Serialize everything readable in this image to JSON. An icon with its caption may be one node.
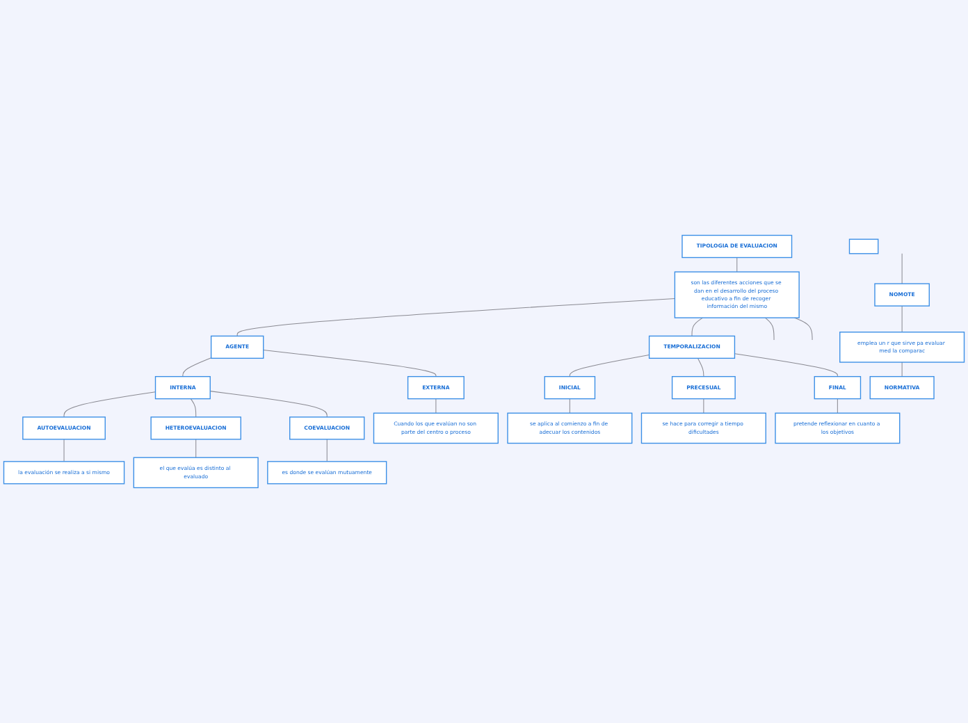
{
  "diagram": {
    "nodes": [
      {
        "text": [
          "TIPOLOGIA DE EVALUACION"
        ]
      },
      {
        "text": [
          "son las diferentes acciones que se dan en el desarrollo del proceso educativo a fin de recoger información del mismo"
        ]
      },
      {
        "text": [
          "AGENTE"
        ]
      },
      {
        "text": [
          "TEMPORALIZACION"
        ]
      },
      {
        "text": [
          "INTERNA"
        ]
      },
      {
        "text": [
          "EXTERNA"
        ]
      },
      {
        "text": [
          "AUTOEVALUACION"
        ]
      },
      {
        "text": [
          "HETEROEVALUACION"
        ]
      },
      {
        "text": [
          "COEVALUACION"
        ]
      },
      {
        "text": [
          "la evaluación se realiza a si mismo"
        ]
      },
      {
        "text": [
          "el que evalúa es distinto al evaluado"
        ]
      },
      {
        "text": [
          "es donde se evalúan mutuamente"
        ]
      },
      {
        "text": [
          "Cuando los que evalúan no son parte del centro o proceso"
        ]
      },
      {
        "text": [
          "INICIAL"
        ]
      },
      {
        "text": [
          "PRECESUAL"
        ]
      },
      {
        "text": [
          "FINAL"
        ]
      },
      {
        "text": [
          "se aplica al comienzo a fin de adecuar los contenidos"
        ]
      },
      {
        "text": [
          "se hace para corregir a tiempo dificultades"
        ]
      },
      {
        "text": [
          "pretende reflexionar en cuanto a los objetivos"
        ]
      },
      {
        "text": [
          "NOMOTE"
        ]
      },
      {
        "text": [
          "emplea un r que sirve pa evaluar med la comparac"
        ]
      },
      {
        "text": [
          "NORMATIVA"
        ]
      },
      {
        "text": [],
        "shape": "box"
      }
    ],
    "edges": [
      {
        "from": 0,
        "to": 1,
        "arrow": "none"
      },
      {
        "from": 1,
        "to": 2,
        "arrow": "none"
      },
      {
        "from": 1,
        "to": 3,
        "arrow": "none"
      },
      {
        "from": 2,
        "to": 4,
        "arrow": "none"
      },
      {
        "from": 2,
        "to": 5,
        "arrow": "none"
      },
      {
        "from": 4,
        "to": 6,
        "arrow": "none"
      },
      {
        "from": 4,
        "to": 7,
        "arrow": "none"
      },
      {
        "from": 4,
        "to": 8,
        "arrow": "none"
      },
      {
        "from": 6,
        "to": 9,
        "arrow": "none"
      },
      {
        "from": 7,
        "to": 10,
        "arrow": "none"
      },
      {
        "from": 8,
        "to": 11,
        "arrow": "none"
      },
      {
        "from": 5,
        "to": 12,
        "arrow": "none"
      },
      {
        "from": 3,
        "to": 13,
        "arrow": "none"
      },
      {
        "from": 3,
        "to": 14,
        "arrow": "none"
      },
      {
        "from": 3,
        "to": 15,
        "arrow": "none"
      },
      {
        "from": 13,
        "to": 16,
        "arrow": "none"
      },
      {
        "from": 14,
        "to": 17,
        "arrow": "none"
      },
      {
        "from": 15,
        "to": 18,
        "arrow": "none"
      },
      {
        "from": 19,
        "to": 20,
        "arrow": "none"
      },
      {
        "from": 20,
        "to": 21,
        "arrow": "none"
      },
      {
        "from": 1,
        "to": null,
        "arrow": "none"
      },
      {
        "from": 1,
        "to": null,
        "arrow": "none"
      },
      {
        "from": null,
        "to": 19,
        "arrow": "none"
      }
    ]
  }
}
